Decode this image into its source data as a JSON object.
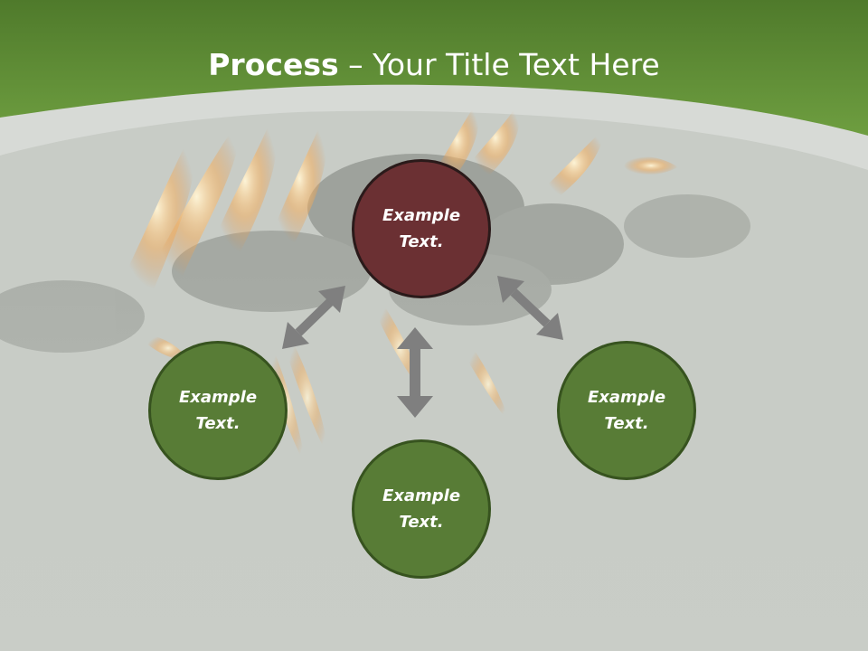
{
  "title": {
    "bold": "Process",
    "rest": " – Your Title Text Here"
  },
  "nodes": {
    "top": {
      "line1": "Example",
      "line2": "Text."
    },
    "left": {
      "line1": "Example",
      "line2": "Text."
    },
    "right": {
      "line1": "Example",
      "line2": "Text."
    },
    "bottom": {
      "line1": "Example",
      "line2": "Text."
    }
  },
  "colors": {
    "header_green": "#6a9a3c",
    "node_green": "#587c36",
    "node_red": "#6b3033",
    "arrow_gray": "#7f7f7f"
  },
  "icons": {
    "arrow_top_left": "double-arrow-icon",
    "arrow_top_right": "double-arrow-icon",
    "arrow_vertical": "double-arrow-icon"
  }
}
